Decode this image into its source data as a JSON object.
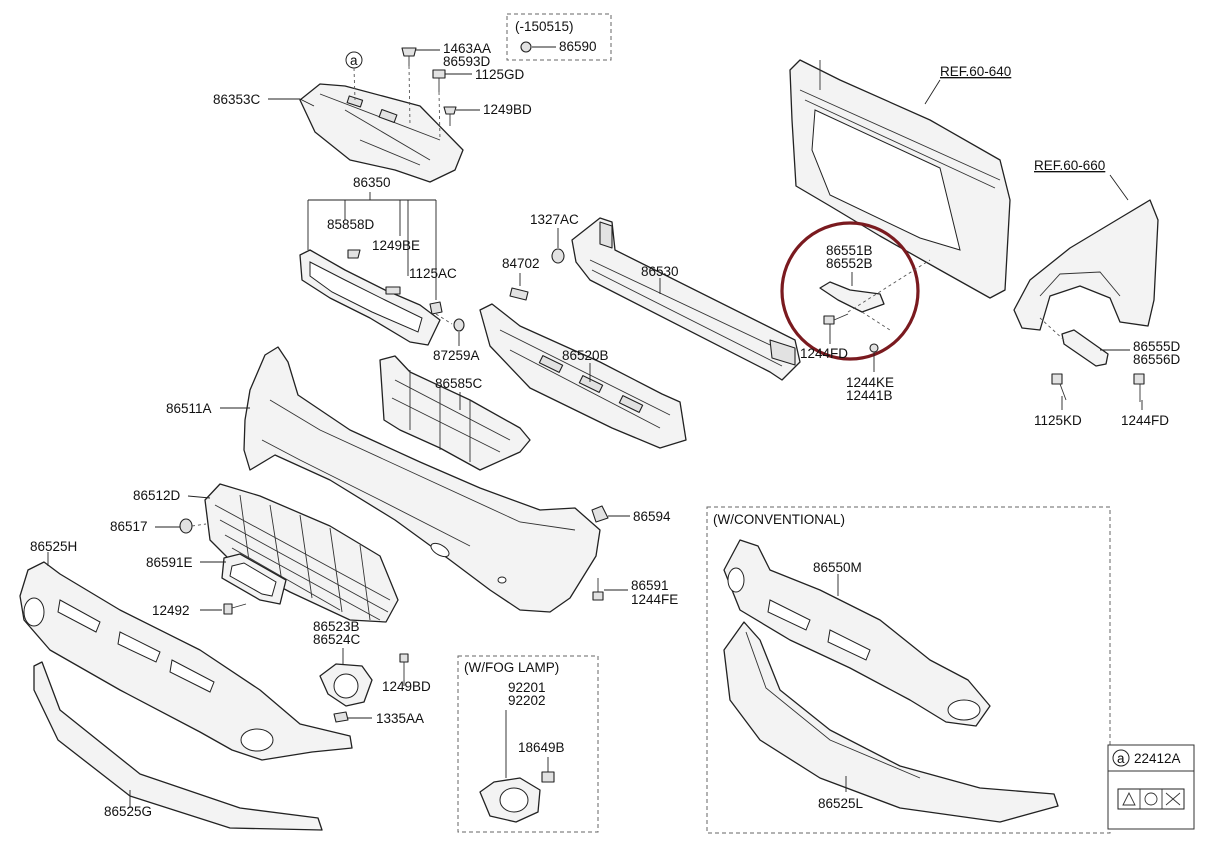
{
  "labels": {
    "note_150515": "(-150515)",
    "p86590": "86590",
    "circle_a": "a",
    "p1463AA": "1463AA",
    "p86593D": "86593D",
    "p1125GD": "1125GD",
    "p1249BD_top": "1249BD",
    "p86353C": "86353C",
    "p86350": "86350",
    "p85858D": "85858D",
    "p1249BE": "1249BE",
    "p1125AC": "1125AC",
    "p87259A": "87259A",
    "p1327AC": "1327AC",
    "p84702": "84702",
    "p86530": "86530",
    "p86520B": "86520B",
    "p86585C": "86585C",
    "p86511A": "86511A",
    "p86512D": "86512D",
    "p86517": "86517",
    "p86591E": "86591E",
    "p12492": "12492",
    "p86525H": "86525H",
    "p86525G": "86525G",
    "p86523B": "86523B",
    "p86524C": "86524C",
    "p1249BD_bot": "1249BD",
    "p1335AA": "1335AA",
    "p86594": "86594",
    "p86591": "86591",
    "p1244FE": "1244FE",
    "ref_60_640": "REF.60-640",
    "ref_60_660": "REF.60-660",
    "p86551B": "86551B",
    "p86552B": "86552B",
    "p1244FD_mid": "1244FD",
    "p1244KE": "1244KE",
    "p12441B": "12441B",
    "p86555D": "86555D",
    "p86556D": "86556D",
    "p1125KD": "1125KD",
    "p1244FD_right": "1244FD",
    "fog_title": "(W/FOG LAMP)",
    "p92201": "92201",
    "p92202": "92202",
    "p18649B": "18649B",
    "conv_title": "(W/CONVENTIONAL)",
    "p86550M": "86550M",
    "p86525L": "86525L",
    "legend_a": "a",
    "legend_code": "22412A"
  },
  "colors": {
    "highlight_circle": "#7a1a1f",
    "line": "#222222",
    "part_fill": "#f3f3f3"
  }
}
